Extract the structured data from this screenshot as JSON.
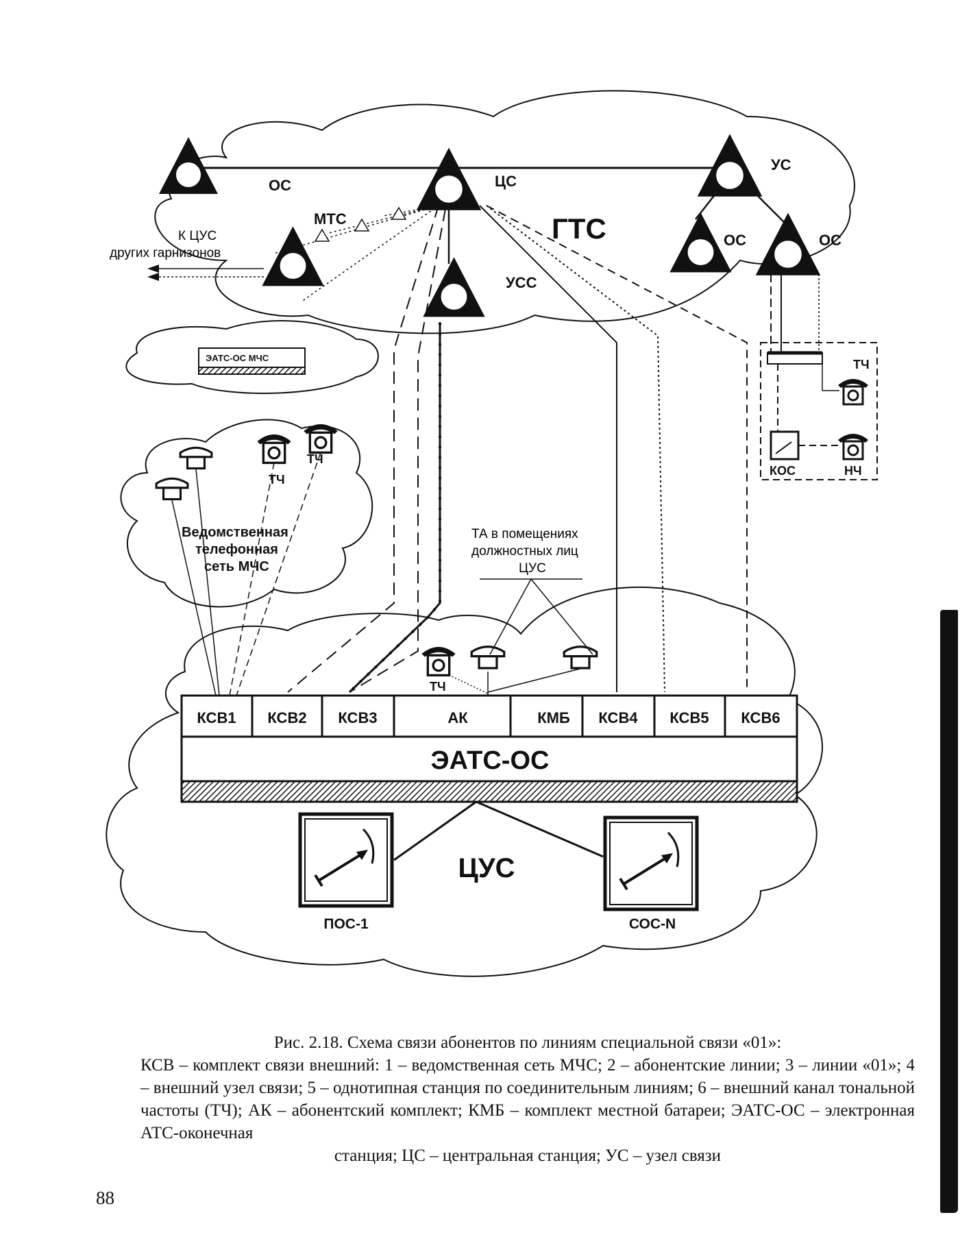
{
  "nodes": {
    "os_left": "ОС",
    "cs": "ЦС",
    "us": "УС",
    "mts": "МТС",
    "uss": "УСС",
    "os_mid": "ОС",
    "os_right": "ОС",
    "gts": "ГТС"
  },
  "labels": {
    "k_cus": "К ЦУС",
    "other_garrisons": "других гарнизонов",
    "eats_mchs": "ЭАТС-ОС МЧС",
    "vedom_1": "Ведомственная",
    "vedom_2": "телефонная",
    "vedom_3": "сеть МЧС",
    "tch_a": "ТЧ",
    "tch_b": "ТЧ",
    "tch_c": "ТЧ",
    "tch_d": "ТЧ",
    "nch": "НЧ",
    "kos": "КОС",
    "ta_1": "ТА в помещениях",
    "ta_2": "должностных лиц",
    "ta_3": "ЦУС",
    "eats_os": "ЭАТС-ОС",
    "cus": "ЦУС",
    "pos1": "ПОС-1",
    "cocn": "СОС-N"
  },
  "modules": [
    "КСВ1",
    "КСВ2",
    "КСВ3",
    "АК",
    "КМБ",
    "КСВ4",
    "КСВ5",
    "КСВ6"
  ],
  "caption": {
    "title": "Рис. 2.18. Схема связи абонентов по линиям специальной связи «01»:",
    "body": "КСВ – комплект связи внешний: 1 – ведомственная сеть МЧС; 2 – абонентские линии; 3 – линии «01»; 4 – внешний узел связи; 5 – однотипная станция по соединительным линиям; 6 – внешний канал тональной частоты (ТЧ); АК – абонентский комплект; КМБ – комплект местной батареи; ЭАТС-ОС – электронная АТС-оконечная",
    "last": "станция; ЦС – центральная станция; УС – узел связи"
  },
  "page_number": "88"
}
